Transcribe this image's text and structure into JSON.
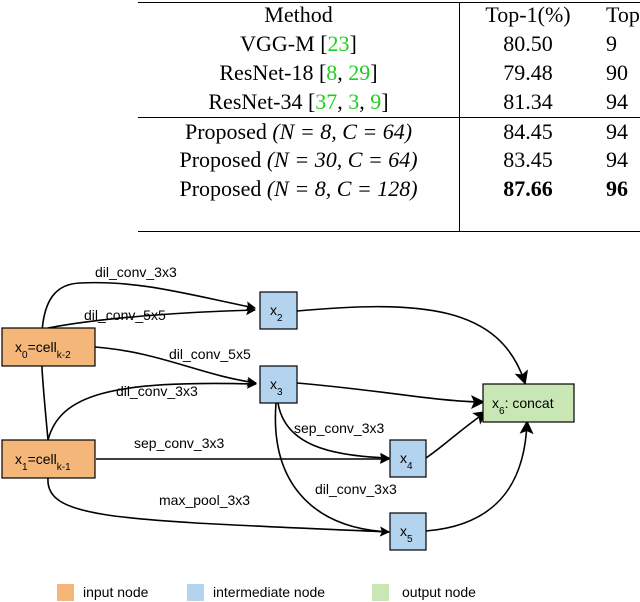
{
  "table": {
    "headers": {
      "method": "Method",
      "top1": "Top-1(%)",
      "top5": "Top"
    },
    "rows": [
      {
        "method": "VGG-M",
        "cites": [
          "23"
        ],
        "math": "",
        "top1": "80.50",
        "top5": "9",
        "bold_top1": false
      },
      {
        "method": "ResNet-18",
        "cites": [
          "8",
          "29"
        ],
        "math": "",
        "top1": "79.48",
        "top5": "90",
        "bold_top1": false
      },
      {
        "method": "ResNet-34",
        "cites": [
          "37",
          "3",
          "9"
        ],
        "math": "",
        "top1": "81.34",
        "top5": "94",
        "bold_top1": false
      },
      {
        "method": "Proposed",
        "cites": [],
        "math": "(N = 8, C = 64)",
        "top1": "84.45",
        "top5": "94",
        "bold_top1": false
      },
      {
        "method": "Proposed",
        "cites": [],
        "math": "(N = 30, C = 64)",
        "top1": "83.45",
        "top5": "94",
        "bold_top1": false
      },
      {
        "method": "Proposed",
        "cites": [],
        "math": "(N = 8, C = 128)",
        "top1": "87.66",
        "top5": "96",
        "bold_top1": true
      }
    ]
  },
  "diagram": {
    "nodes": {
      "x0": {
        "base": "x",
        "sub": "0",
        "text": "=cell",
        "text_sub": "k-2",
        "kind": "input"
      },
      "x1": {
        "base": "x",
        "sub": "1",
        "text": "=cell",
        "text_sub": "k-1",
        "kind": "input"
      },
      "x2": {
        "base": "x",
        "sub": "2",
        "text": "",
        "text_sub": "",
        "kind": "intermediate"
      },
      "x3": {
        "base": "x",
        "sub": "3",
        "text": "",
        "text_sub": "",
        "kind": "intermediate"
      },
      "x4": {
        "base": "x",
        "sub": "4",
        "text": "",
        "text_sub": "",
        "kind": "intermediate"
      },
      "x5": {
        "base": "x",
        "sub": "5",
        "text": "",
        "text_sub": "",
        "kind": "intermediate"
      },
      "x6": {
        "base": "x",
        "sub": "6",
        "text": ": concat",
        "text_sub": "",
        "kind": "output"
      }
    },
    "edges": {
      "x1_x2": "dil_conv_3x3",
      "x0_x2": "dil_conv_5x5",
      "x0_x3": "dil_conv_5x5",
      "x1_x3": "dil_conv_3x3",
      "x3_x4": "sep_conv_3x3",
      "x1_x4": "sep_conv_3x3",
      "x3_x5": "dil_conv_3x3",
      "x1_x5": "max_pool_3x3"
    },
    "legend": [
      {
        "label": "input node",
        "color": "#f5b679"
      },
      {
        "label": "intermediate node",
        "color": "#b4d3ee"
      },
      {
        "label": "output node",
        "color": "#c9e7b4"
      }
    ],
    "colors": {
      "input": "#f5b679",
      "intermediate": "#b4d3ee",
      "output": "#c9e7b4",
      "stroke": "#000000"
    }
  }
}
